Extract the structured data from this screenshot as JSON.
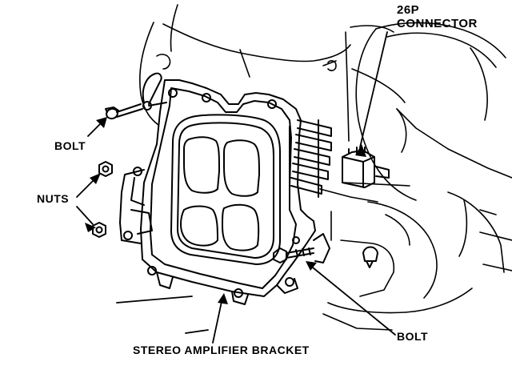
{
  "labels": {
    "connector_line1": "26P",
    "connector_line2": "CONNECTOR",
    "bolt_upper": "BOLT",
    "nuts": "NUTS",
    "bolt_lower": "BOLT",
    "bracket": "STEREO AMPLIFIER BRACKET"
  },
  "colors": {
    "ink": "#000000",
    "paper": "#ffffff"
  }
}
